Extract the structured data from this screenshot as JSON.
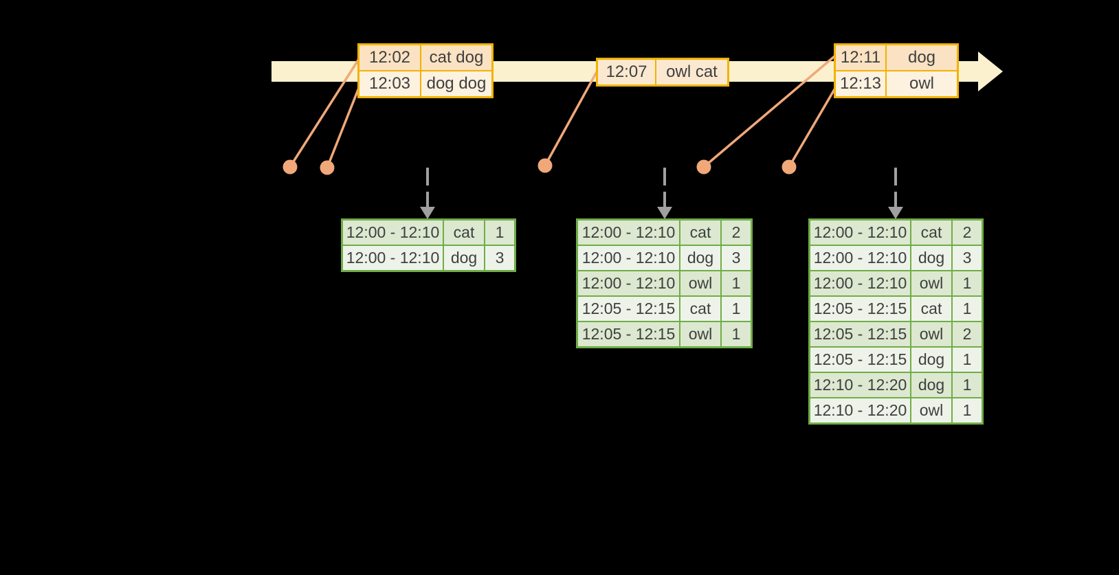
{
  "colors": {
    "background": "#000000",
    "timeline_fill": "#FBF1CE",
    "event_border": "#F2B200",
    "event_row_dark": "#FAE2C2",
    "event_row_light": "#FDF1E0",
    "event_row_mid": "#FBE8D0",
    "connector": "#F1A879",
    "dashed_arrow": "#A0A0A0",
    "result_border": "#70AD47",
    "result_row_dark": "#DCE8D0",
    "result_row_light": "#EEF3EA",
    "text": "#3F3F3F"
  },
  "event_tables": [
    {
      "rows": [
        {
          "time": "12:02",
          "words": "cat dog"
        },
        {
          "time": "12:03",
          "words": "dog dog"
        }
      ]
    },
    {
      "rows": [
        {
          "time": "12:07",
          "words": "owl cat"
        }
      ]
    },
    {
      "rows": [
        {
          "time": "12:11",
          "words": "dog"
        },
        {
          "time": "12:13",
          "words": "owl"
        }
      ]
    }
  ],
  "result_tables": [
    {
      "rows": [
        {
          "window": "12:00 - 12:10",
          "word": "cat",
          "count": "1"
        },
        {
          "window": "12:00 - 12:10",
          "word": "dog",
          "count": "3"
        }
      ]
    },
    {
      "rows": [
        {
          "window": "12:00 - 12:10",
          "word": "cat",
          "count": "2"
        },
        {
          "window": "12:00 - 12:10",
          "word": "dog",
          "count": "3"
        },
        {
          "window": "12:00 - 12:10",
          "word": "owl",
          "count": "1"
        },
        {
          "window": "12:05 - 12:15",
          "word": "cat",
          "count": "1"
        },
        {
          "window": "12:05 - 12:15",
          "word": "owl",
          "count": "1"
        }
      ]
    },
    {
      "rows": [
        {
          "window": "12:00 - 12:10",
          "word": "cat",
          "count": "2"
        },
        {
          "window": "12:00 - 12:10",
          "word": "dog",
          "count": "3"
        },
        {
          "window": "12:00 - 12:10",
          "word": "owl",
          "count": "1"
        },
        {
          "window": "12:05 - 12:15",
          "word": "cat",
          "count": "1"
        },
        {
          "window": "12:05 - 12:15",
          "word": "owl",
          "count": "2"
        },
        {
          "window": "12:05 - 12:15",
          "word": "dog",
          "count": "1"
        },
        {
          "window": "12:10 - 12:20",
          "word": "dog",
          "count": "1"
        },
        {
          "window": "12:10 - 12:20",
          "word": "owl",
          "count": "1"
        }
      ]
    }
  ]
}
